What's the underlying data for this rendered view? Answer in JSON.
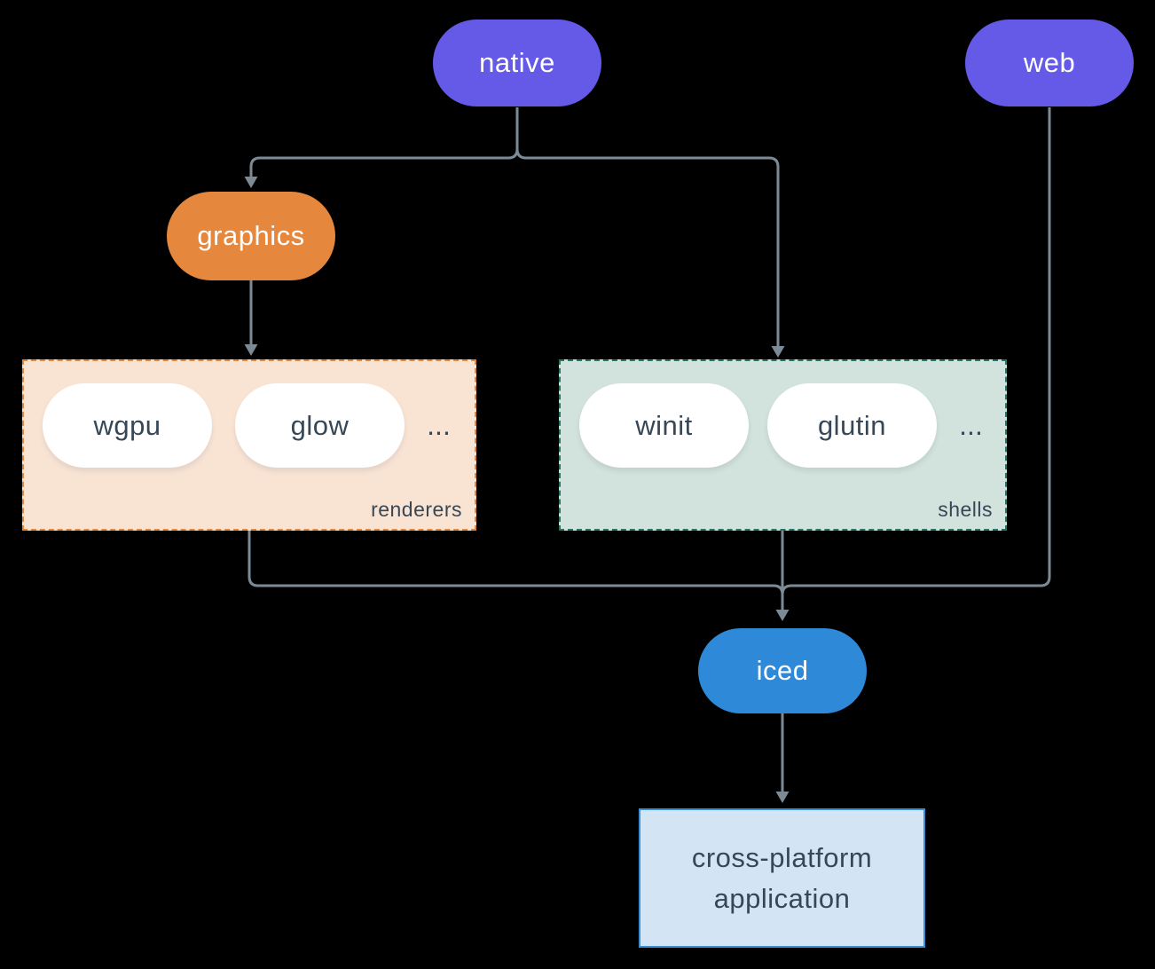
{
  "colors": {
    "background": "#000000",
    "line": "#7c8a96",
    "purple": "#6559e8",
    "orange": "#e5873d",
    "iced_blue": "#2e89d9",
    "renderers_fill": "#f9e4d4",
    "renderers_border": "#e5873d",
    "shells_fill": "#d2e2dc",
    "shells_border": "#2a7466",
    "app_fill": "#d3e5f5",
    "app_border": "#3a8fd9",
    "dark_text": "#374756",
    "white_text": "#ffffff"
  },
  "nodes": {
    "native": {
      "label": "native"
    },
    "web": {
      "label": "web"
    },
    "graphics": {
      "label": "graphics"
    },
    "iced": {
      "label": "iced"
    },
    "application": {
      "line1": "cross-platform",
      "line2": "application"
    }
  },
  "groups": {
    "renderers": {
      "label": "renderers",
      "pills": [
        "wgpu",
        "glow"
      ],
      "ellipsis": "..."
    },
    "shells": {
      "label": "shells",
      "pills": [
        "winit",
        "glutin"
      ],
      "ellipsis": "..."
    }
  }
}
